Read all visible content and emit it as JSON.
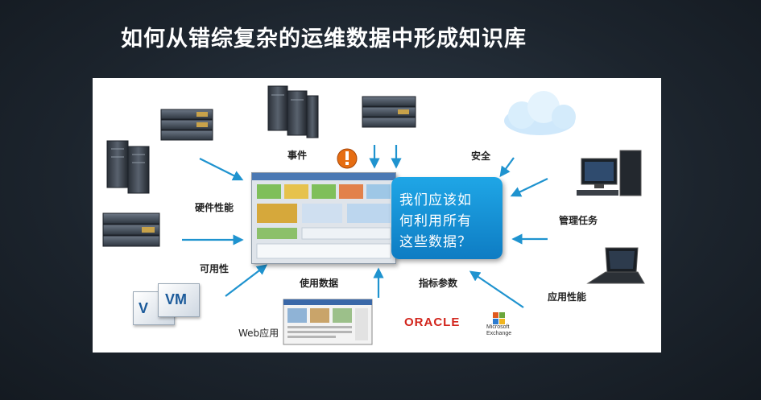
{
  "title": "如何从错综复杂的运维数据中形成知识库",
  "center": {
    "question_lines": [
      "我们应该如",
      "何利用所有",
      "这些数据？"
    ]
  },
  "labels": {
    "events": "事件",
    "security": "安全",
    "hardware_perf": "硬件性能",
    "availability": "可用性",
    "usage_data": "使用数据",
    "metrics": "指标参数",
    "mgmt_tasks": "管理任务",
    "app_perf": "应用性能",
    "web_app": "Web应用"
  },
  "logos": {
    "vm_front": "VM",
    "vm_back": "V",
    "oracle": "ORACLE",
    "ms_line1": "Microsoft",
    "ms_line2": "Exchange"
  },
  "colors": {
    "arrow": "#1f93cf",
    "question_bg": "#1193d6",
    "title": "#ffffff"
  },
  "icons": [
    "server-rack-icon",
    "server-tower-icon",
    "cloud-icon",
    "warning-icon",
    "desktop-computer-icon",
    "laptop-icon",
    "vm-icon",
    "dashboard-screenshot",
    "web-app-screenshot",
    "exchange-logo-icon"
  ]
}
